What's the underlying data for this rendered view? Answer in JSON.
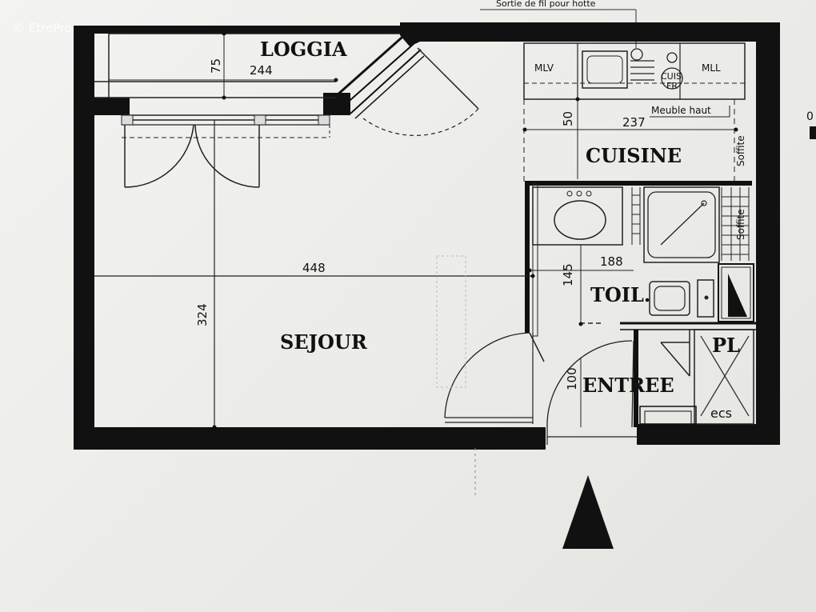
{
  "watermark": "© EtreProprio.com",
  "header_note": "Sortie de fil pour hotte",
  "rooms": {
    "loggia": "LOGGIA",
    "cuisine": "CUISINE",
    "toilettes": "TOIL.",
    "sejour": "SEJOUR",
    "entree": "ENTREE",
    "placard": "PL"
  },
  "labels": {
    "mlv": "MLV",
    "mll": "MLL",
    "cuis_line1": "CUIS",
    "cuis_line2": "FR",
    "meuble_haut": "Meuble haut",
    "soffite_1": "Soffite",
    "soffite_2": "Soffite",
    "ecs": "ecs",
    "edge_char": "0"
  },
  "dimensions": {
    "loggia_depth": "75",
    "loggia_width": "244",
    "kitchen_depth": "50",
    "kitchen_width": "237",
    "living_width": "448",
    "living_depth": "324",
    "bath_width": "188",
    "bath_depth": "145",
    "entry_depth": "100"
  },
  "colors": {
    "wall": "#111111",
    "line": "#222222",
    "paper": "#f0f0ee"
  },
  "north_arrow": "triangle"
}
